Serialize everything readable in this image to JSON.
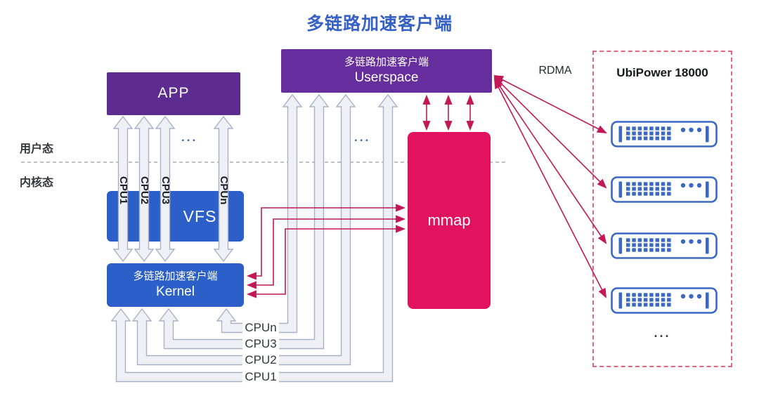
{
  "title": "多链路加速客户端",
  "layers": {
    "user_mode": "用户态",
    "kernel_mode": "内核态"
  },
  "boxes": {
    "app": {
      "label": "APP"
    },
    "userspace": {
      "line1": "多链路加速客户端",
      "line2": "Userspace"
    },
    "vfs": {
      "label": "VFS"
    },
    "kernel": {
      "line1": "多链路加速客户端",
      "line2": "Kernel"
    },
    "mmap": {
      "label": "mmap"
    }
  },
  "cpu_arrows": {
    "vertical_labels": [
      "CPU1",
      "CPU2",
      "CPU3",
      "CPUn"
    ],
    "vertical_ellipsis": "...",
    "loop_labels": [
      "CPUn",
      "CPU3",
      "CPU2",
      "CPU1"
    ],
    "loop_ellipsis": "..."
  },
  "rdma": {
    "label": "RDMA"
  },
  "ubipower": {
    "title": "UbiPower 18000",
    "server_count": 4,
    "ellipsis": "..."
  },
  "colors": {
    "purple_app": "#5d2c90",
    "purple_userspace": "#662d9d",
    "blue_box": "#2c60c8",
    "pink_mmap": "#e2135e",
    "crimson_arrow": "#c21853",
    "gray_arrow_fill": "#eef0f5",
    "gray_arrow_stroke": "#a7b1c6",
    "title_blue": "#3560c4",
    "server_blue": "#3a68c2",
    "dashed_border_pink": "#e4667e",
    "divider_gray": "#a9adb3",
    "ellipsis_blue": "#3565c5"
  }
}
